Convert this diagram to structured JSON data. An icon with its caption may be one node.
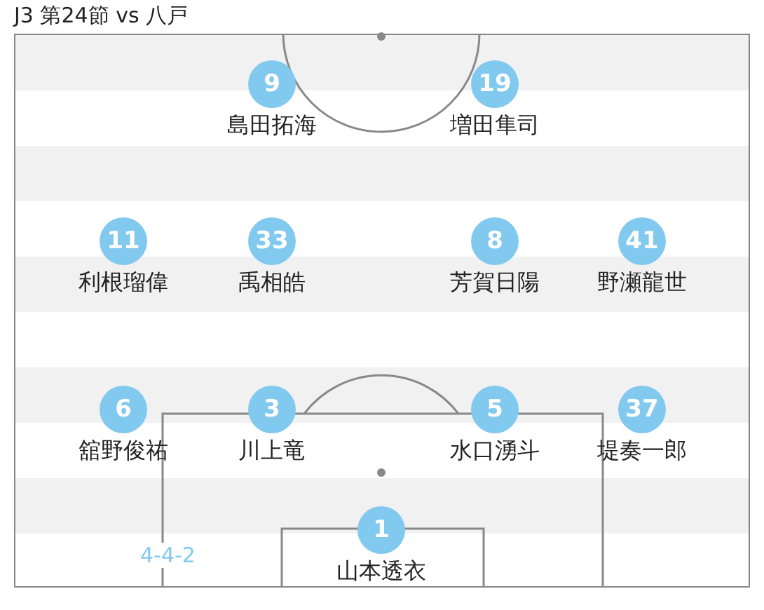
{
  "diagram": {
    "title": "J3 第24節 vs 八戸",
    "nodes": [
      {
        "text": [
          "9"
        ],
        "beside": [
          "島田拓海"
        ]
      },
      {
        "text": [
          "19"
        ],
        "beside": [
          "増田隼司"
        ]
      },
      {
        "text": [
          "11"
        ],
        "beside": [
          "利根瑠偉"
        ]
      },
      {
        "text": [
          "33"
        ],
        "beside": [
          "禹相皓"
        ]
      },
      {
        "text": [
          "8"
        ],
        "beside": [
          "芳賀日陽"
        ]
      },
      {
        "text": [
          "41"
        ],
        "beside": [
          "野瀬龍世"
        ]
      },
      {
        "text": [
          "6"
        ],
        "beside": [
          "舘野俊祐"
        ]
      },
      {
        "text": [
          "3"
        ],
        "beside": [
          "川上竜"
        ]
      },
      {
        "text": [
          "5"
        ],
        "beside": [
          "水口湧斗"
        ]
      },
      {
        "text": [
          "37"
        ],
        "beside": [
          "堤奏一郎"
        ]
      },
      {
        "text": [
          "1"
        ],
        "beside": [
          "山本透衣"
        ]
      }
    ],
    "edges": [],
    "labels": [
      "4-4-2"
    ]
  }
}
